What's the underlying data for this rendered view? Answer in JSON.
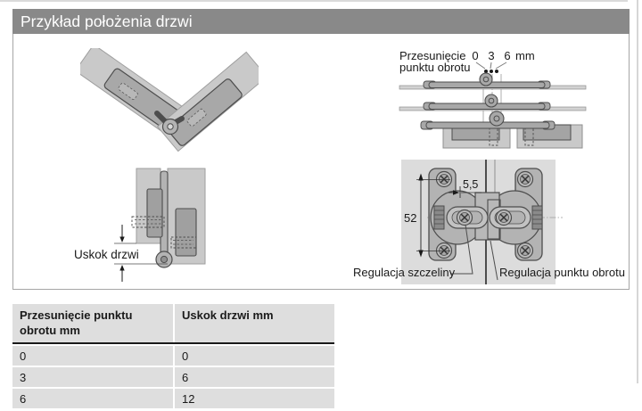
{
  "header": {
    "title": "Przykład położenia drzwi"
  },
  "diagrams": {
    "pivot_offset": {
      "label_line1": "Przesunięcie",
      "label_line2": "punktu obrotu",
      "tick0": "0",
      "tick3": "3",
      "tick6": "6",
      "unit": "mm"
    },
    "top_view": {
      "dim_gap": "5,5",
      "dim_screw_spacing": "52",
      "label_gap_adjust": "Regulacja szczeliny",
      "label_pivot_adjust": "Regulacja punktu obrotu"
    },
    "door_offset": {
      "label": "Uskok drzwi"
    }
  },
  "table": {
    "columns": [
      "Przesunięcie punktu obrotu mm",
      "Uskok drzwi mm"
    ],
    "rows": [
      [
        "0",
        "0"
      ],
      [
        "3",
        "6"
      ],
      [
        "6",
        "12"
      ]
    ]
  },
  "colors": {
    "header_bar": "#898989",
    "table_bg": "#dedede",
    "panel": "#c9c9c9",
    "hinge": "#a8a8a8",
    "outline": "#4d4d4d"
  }
}
